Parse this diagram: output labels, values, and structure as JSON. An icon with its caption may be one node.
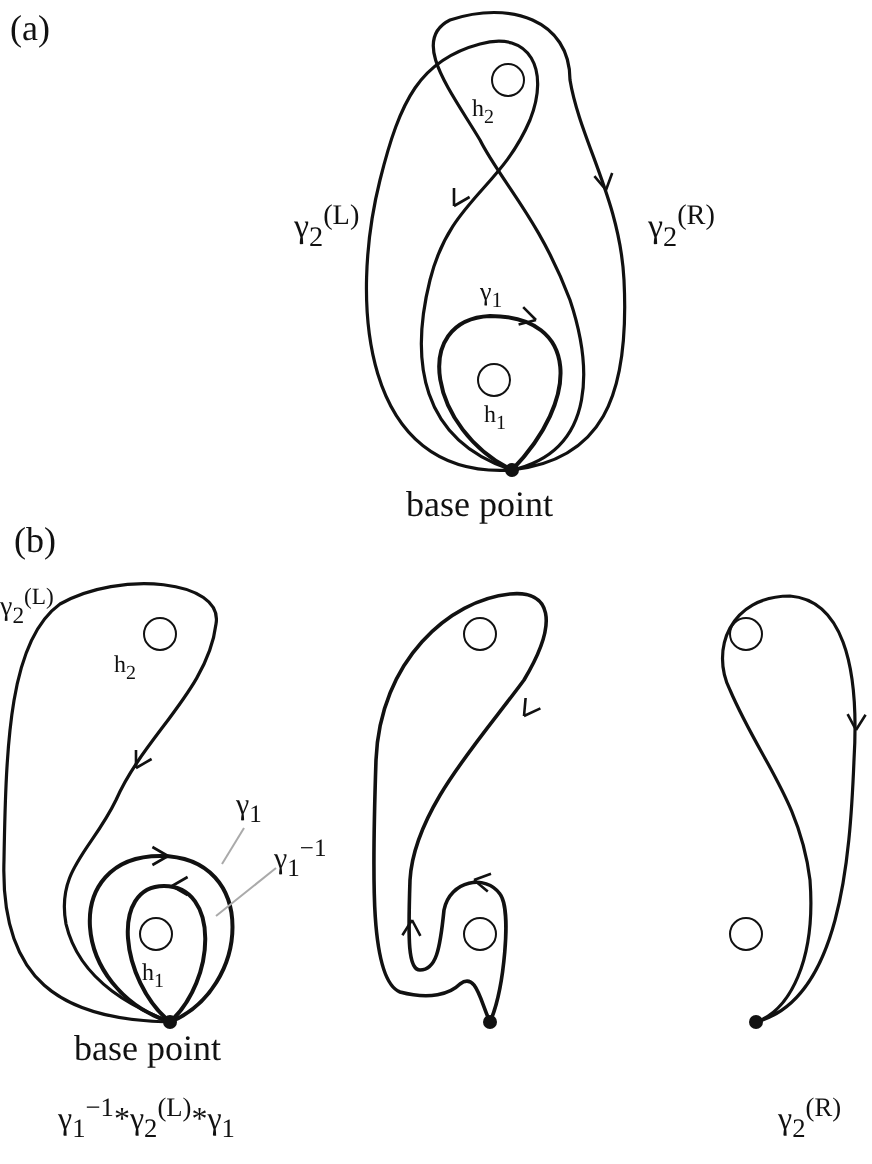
{
  "diagram": {
    "nodes": [
      {
        "text": [
          "γ$_{1}$"
        ]
      },
      {
        "text": [
          "γ$_{1}$$^{−1}$"
        ]
      }
    ],
    "edges": [
      {
        "from": 0,
        "to": null,
        "arrow": "none"
      },
      {
        "from": 1,
        "to": null,
        "arrow": "none"
      }
    ],
    "labels": [
      "(a)",
      "h$_{2}$",
      "γ$_{2}$$^{(L)}$",
      "γ$_{2}$$^{(R)}$",
      "γ$_{1}$",
      "h$_{1}$",
      "base point",
      "(b)",
      "γ$_{2}$$^{(L)}$",
      "h$_{2}$",
      "h$_{1}$",
      "base point",
      "γ$_{1}$$^{−1}$*γ$_{2}$$^{(L)}$*γ$_{1}$",
      "γ$_{2}$$^{(R)}$"
    ]
  }
}
